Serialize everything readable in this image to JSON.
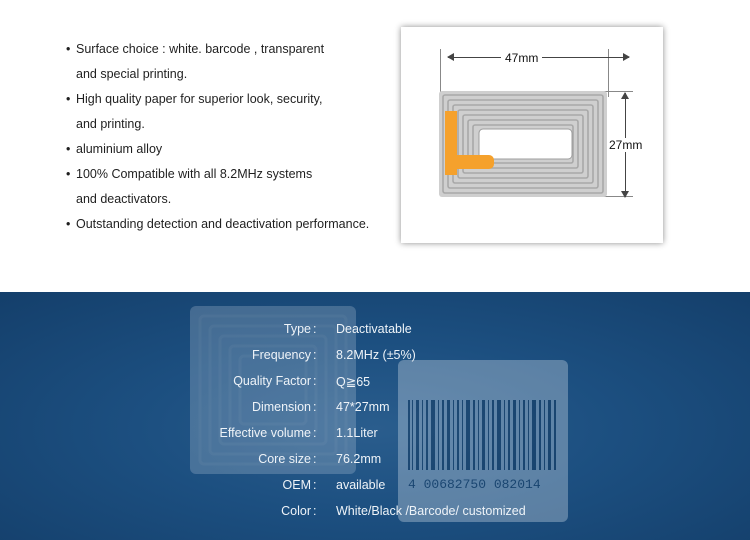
{
  "features": [
    {
      "line1": "Surface choice : white. barcode , transparent",
      "line2": "and special printing."
    },
    {
      "line1": "High quality paper for superior look, security,",
      "line2": "and printing."
    },
    {
      "line1": "aluminium alloy",
      "line2": ""
    },
    {
      "line1": "100% Compatible with all 8.2MHz systems",
      "line2": "and deactivators."
    },
    {
      "line1": "Outstanding detection and deactivation performance.",
      "line2": ""
    }
  ],
  "diagram": {
    "width_label": "47mm",
    "height_label": "27mm",
    "colors": {
      "coil": "#aaaaaa",
      "pad": "#f5a12c",
      "background": "#cccccc"
    }
  },
  "specs": [
    {
      "label": "Type",
      "colon": ":",
      "value": "Deactivatable"
    },
    {
      "label": "Frequency",
      "colon": ":",
      "value": "8.2MHz (±5%)"
    },
    {
      "label": "Quality Factor",
      "colon": ":",
      "value": "Q≧65"
    },
    {
      "label": "Dimension",
      "colon": ":",
      "value": "47*27mm"
    },
    {
      "label": "Effective volume",
      "colon": ":",
      "value": "1.1Liter"
    },
    {
      "label": "Core size",
      "colon": ":",
      "value": "76.2mm"
    },
    {
      "label": "OEM",
      "colon": ":",
      "value": "available"
    },
    {
      "label": "Color",
      "colon": ":",
      "value": "White/Black /Barcode/ customized"
    }
  ],
  "barcode": {
    "digits": "4 00682750 082014"
  },
  "colors": {
    "panel": "#1c4f80",
    "text": "#eef3f8"
  }
}
